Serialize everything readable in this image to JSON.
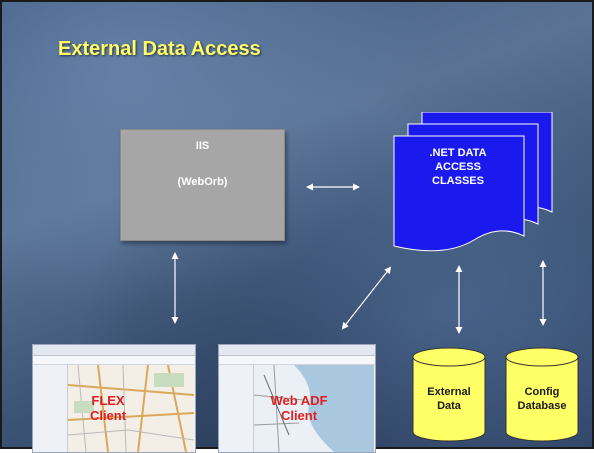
{
  "slide": {
    "title": "External Data Access"
  },
  "iis": {
    "line1": "IIS",
    "line2": "(WebOrb)"
  },
  "net_classes": {
    "line1": ".NET DATA",
    "line2": "ACCESS",
    "line3": "CLASSES"
  },
  "clients": [
    {
      "line1": "FLEX",
      "line2": "Client"
    },
    {
      "line1": "Web ADF",
      "line2": "Client"
    }
  ],
  "databases": [
    {
      "line1": "External",
      "line2": "Data"
    },
    {
      "line1": "Config",
      "line2": "Database"
    }
  ],
  "colors": {
    "title": "#ffff66",
    "iis_box": "#a6a6a6",
    "net_doc": "#1a1aee",
    "client_label": "#e02020",
    "database": "#ffff66",
    "arrow": "#ffffff"
  }
}
